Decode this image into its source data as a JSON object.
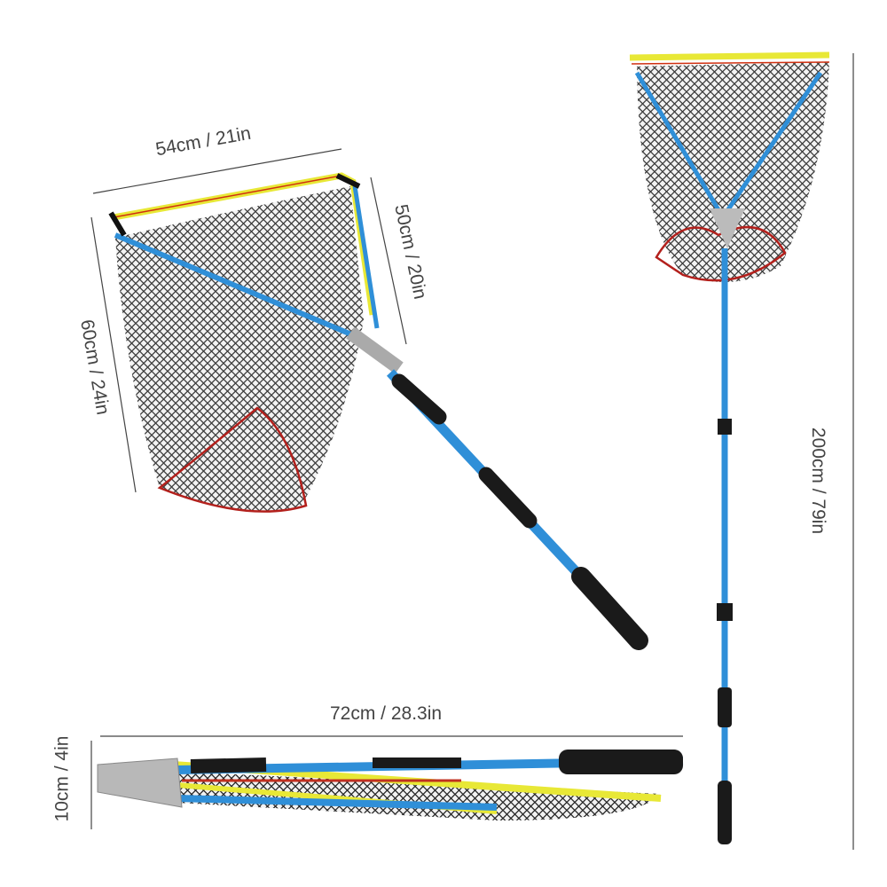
{
  "dimensions": {
    "frame_width": "54cm / 21in",
    "frame_side": "50cm / 20in",
    "net_depth": "60cm / 24in",
    "total_length": "200cm / 79in",
    "folded_length": "72cm / 28.3in",
    "folded_height": "10cm / 4in"
  },
  "colors": {
    "pole": "#2f8fd8",
    "frame": "#e8e836",
    "net": "#2a2a2a",
    "net_trim": "#b3201c",
    "handle": "#1a1a1a",
    "dimension_line": "#444444"
  }
}
